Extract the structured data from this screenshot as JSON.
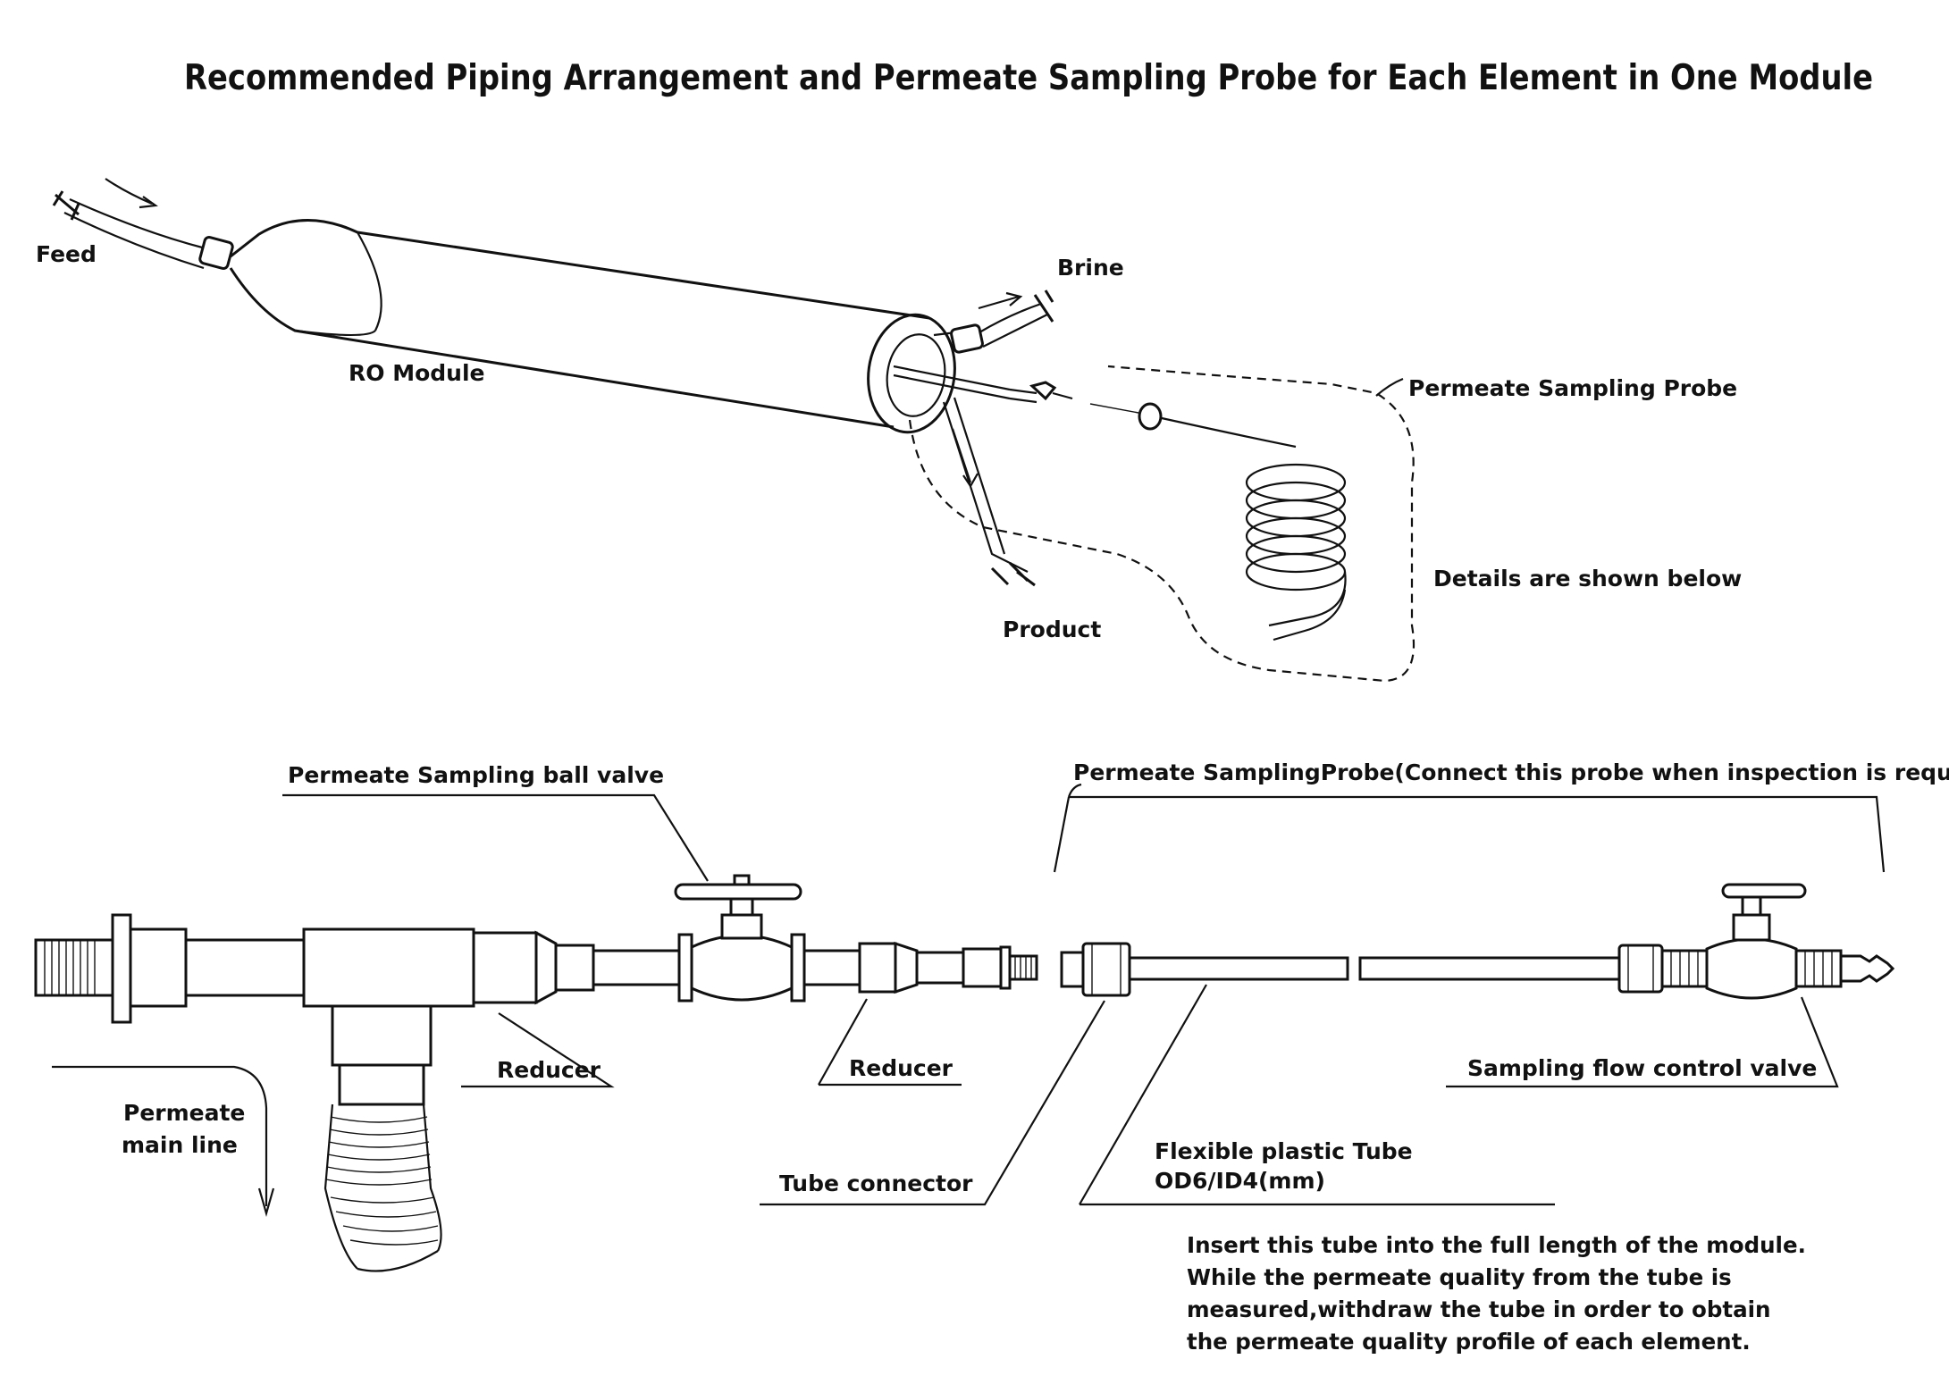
{
  "title": "Recommended Piping Arrangement and Permeate Sampling Probe for Each Element in  One Module",
  "upper": {
    "feed": "Feed",
    "brine": "Brine",
    "ro_module": "RO Module",
    "probe": "Permeate Sampling Probe",
    "details": "Details are shown below",
    "product": "Product"
  },
  "lower": {
    "ball_valve": "Permeate Sampling ball valve",
    "probe_note": "Permeate SamplingProbe(Connect this probe when inspection is required.)",
    "reducer_1": "Reducer",
    "reducer_2": "Reducer",
    "flow_valve": "Sampling flow control valve",
    "main_line_1": "Permeate",
    "main_line_2": "main line",
    "tube_connector": "Tube connector",
    "tube_1": "Flexible plastic Tube",
    "tube_2": "OD6/ID4(mm)",
    "instructions": [
      "Insert this tube into the full length of the module.",
      "While the permeate quality from the tube is",
      "measured,withdraw the tube in order to obtain",
      "the permeate quality profile of each element."
    ]
  }
}
